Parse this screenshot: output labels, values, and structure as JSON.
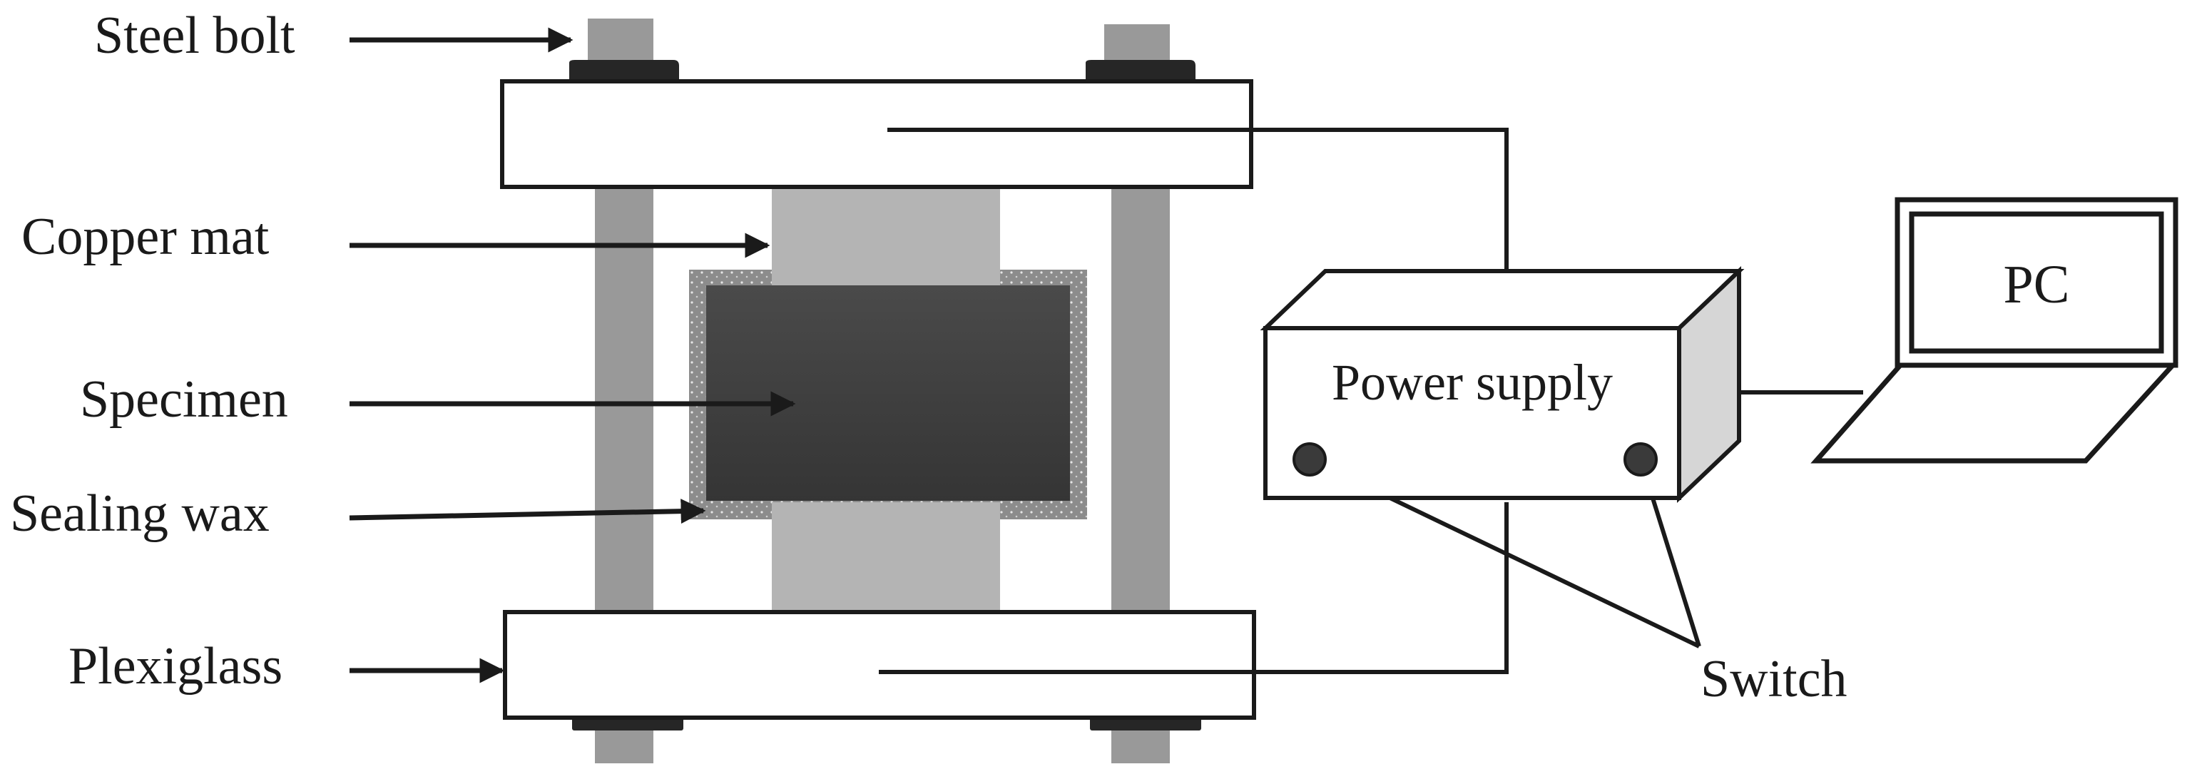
{
  "labels": {
    "steel_bolt": "Steel bolt",
    "copper_mat": "Copper mat",
    "specimen": "Specimen",
    "sealing_wax": "Sealing wax",
    "plexiglass": "Plexiglass",
    "power_supply": "Power supply",
    "switch": "Switch",
    "pc": "PC"
  },
  "colors": {
    "outline": "#1a1a1a",
    "bolt": "#999999",
    "nut": "#262626",
    "copper_mat": "#b4b4b4",
    "specimen_top": "#4a4a4a",
    "specimen_bottom": "#353535",
    "wax": "#8c8c8c",
    "box_side": "#d6d6d6"
  }
}
